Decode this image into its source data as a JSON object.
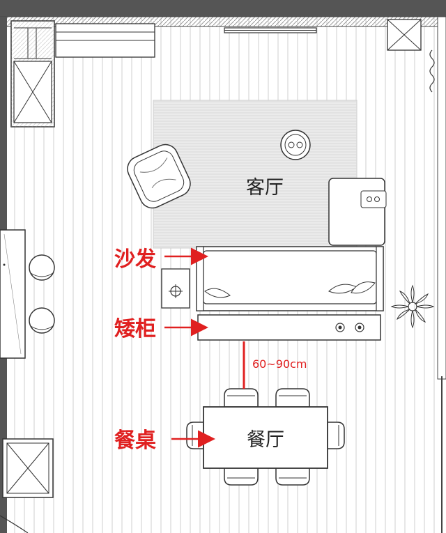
{
  "rooms": {
    "living": "客厅",
    "dining": "餐厅"
  },
  "annotations": {
    "sofa": "沙发",
    "low_cabinet": "矮柜",
    "dining_table": "餐桌",
    "distance": "60~90cm"
  },
  "colors": {
    "annotation": "#e02020",
    "wall": "#555555",
    "line": "#333333",
    "floor_stripe": "#cfcfcf",
    "rug": "#ebebeb"
  },
  "icons": [
    "plant-icon",
    "stove-knob-icon"
  ]
}
